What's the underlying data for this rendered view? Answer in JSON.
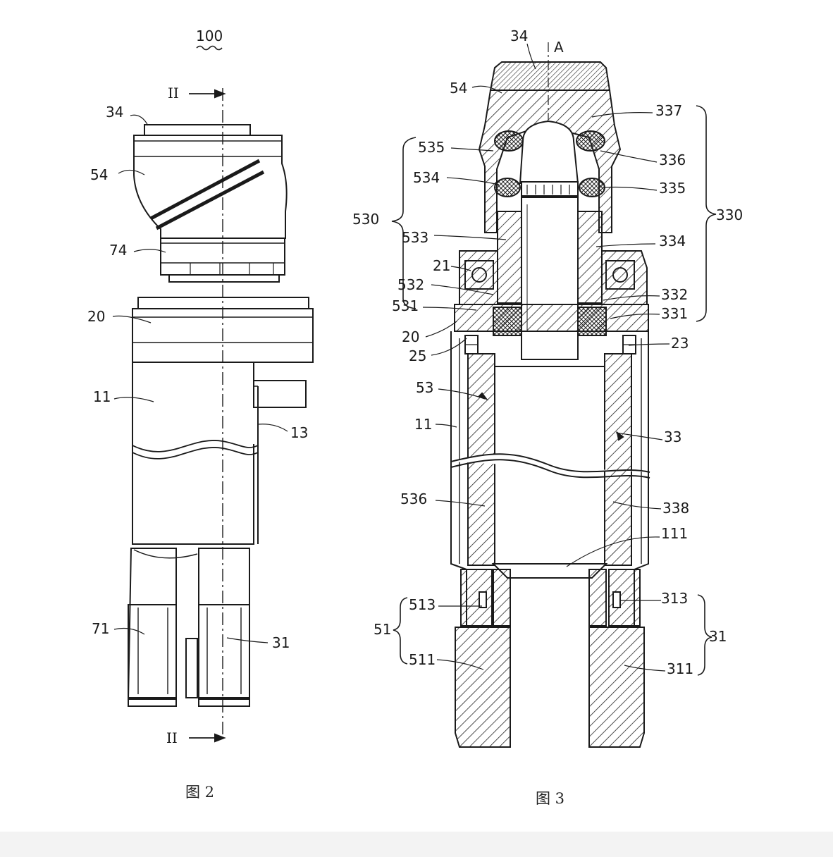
{
  "fig2": {
    "ref": "100",
    "section_top": "II",
    "section_bottom": "II",
    "labels": {
      "l34": "34",
      "l54": "54",
      "l74": "74",
      "l20": "20",
      "l11": "11",
      "l13": "13",
      "l71": "71",
      "l31": "31"
    },
    "caption": "图 2"
  },
  "fig3": {
    "axis": "A",
    "labels": {
      "l34": "34",
      "l54": "54",
      "l337": "337",
      "l535": "535",
      "l336": "336",
      "l534": "534",
      "l335": "335",
      "l530": "530",
      "l330": "330",
      "l533": "533",
      "l334": "334",
      "l21": "21",
      "l532": "532",
      "l332": "332",
      "l531": "531",
      "l331": "331",
      "l20": "20",
      "l25": "25",
      "l23": "23",
      "l53": "53",
      "l11": "11",
      "l33": "33",
      "l536": "536",
      "l338": "338",
      "l111": "111",
      "l513": "513",
      "l313": "313",
      "l51": "51",
      "l31": "31",
      "l511": "511",
      "l311": "311"
    },
    "caption": "图 3"
  }
}
